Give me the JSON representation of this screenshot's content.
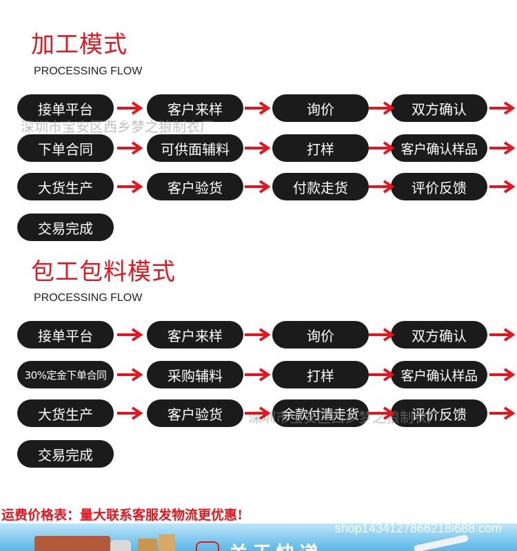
{
  "section1": {
    "title": "加工模式",
    "subtitle": "PROCESSING FLOW",
    "steps": [
      "接单平台",
      "客户来样",
      "询价",
      "双方确认",
      "下单合同",
      "可供面辅料",
      "打样",
      "客户确认样品",
      "大货生产",
      "客户验货",
      "付款走货",
      "评价反馈",
      "交易完成"
    ]
  },
  "section2": {
    "title": "包工包料模式",
    "subtitle": "PROCESSING FLOW",
    "steps": [
      "接单平台",
      "客户来样",
      "询价",
      "双方确认",
      "30%定金下单合同",
      "采购辅料",
      "打样",
      "客户确认样品",
      "大货生产",
      "客户验货",
      "余款付清走货",
      "评价反馈",
      "交易完成"
    ]
  },
  "watermarks": {
    "wm1": "深圳市宝安区西乡梦之狼制衣厂",
    "wm2": "深圳市宝安区西乡梦之狼制衣厂"
  },
  "footer": {
    "shipping_text": "运费价格表：量大联系客服发物流更优惠!",
    "url": "shop1434127866218i688.com",
    "banner_title": "关于快递"
  },
  "colors": {
    "accent_red": "#e5151d",
    "pill_bg": "#1b1b1b"
  }
}
